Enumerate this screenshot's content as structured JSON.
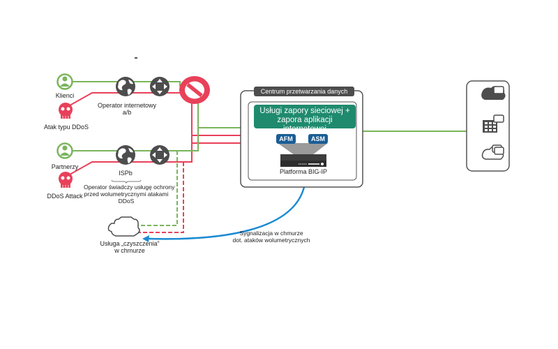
{
  "colors": {
    "green": "#7ab55c",
    "red": "#e8415a",
    "dark": "#4d4d4d",
    "teal": "#1f8a6e",
    "blue_pill": "#1a5e96",
    "signal_blue": "#1b8ad3"
  },
  "nodes": {
    "clients": {
      "label": "Klienci",
      "icon": "user-icon"
    },
    "ddos_attack_1": {
      "label": "Atak typu DDoS",
      "icon": "skull-icon"
    },
    "isp_ab": {
      "label_line1": "Operator internetowy",
      "label_line2": "a/b",
      "icon": "globe-icon"
    },
    "router_1": {
      "icon": "router-icon"
    },
    "block": {
      "icon": "no-entry-icon"
    },
    "partners": {
      "label": "Partnerzy",
      "icon": "user-icon"
    },
    "ddos_attack_2": {
      "label": "DDoS Attack",
      "icon": "skull-icon"
    },
    "isp_b": {
      "label": "ISPb",
      "desc_line1": "Operator świadczy usługę ochrony",
      "desc_line2": "przed wolumetrycznymi atakami",
      "desc_line3": "DDoS",
      "icon": "globe-icon"
    },
    "router_2": {
      "icon": "router-icon"
    },
    "cloud_scrubbing": {
      "label_line1": "Usługa „czyszczenia”",
      "label_line2": "w chmurze",
      "icon": "cloud-icon"
    }
  },
  "datacenter": {
    "title": "Centrum przetwarzania danych",
    "banner_line1": "Usługi zapory sieciowej +",
    "banner_line2": "zapora aplikacji",
    "banner_line3": "internetowej",
    "modules": [
      "AFM",
      "ASM"
    ],
    "platform_label": "Platforma BIG-IP"
  },
  "signal": {
    "label_line1": "Sygnalizacja w chmurze",
    "label_line2": "dot. ataków wolumetrycznych"
  },
  "apps_panel": {
    "items": [
      {
        "icon": "dark-cloud-app-icon"
      },
      {
        "icon": "building-app-icon"
      },
      {
        "icon": "outline-cloud-app-icon"
      }
    ]
  }
}
